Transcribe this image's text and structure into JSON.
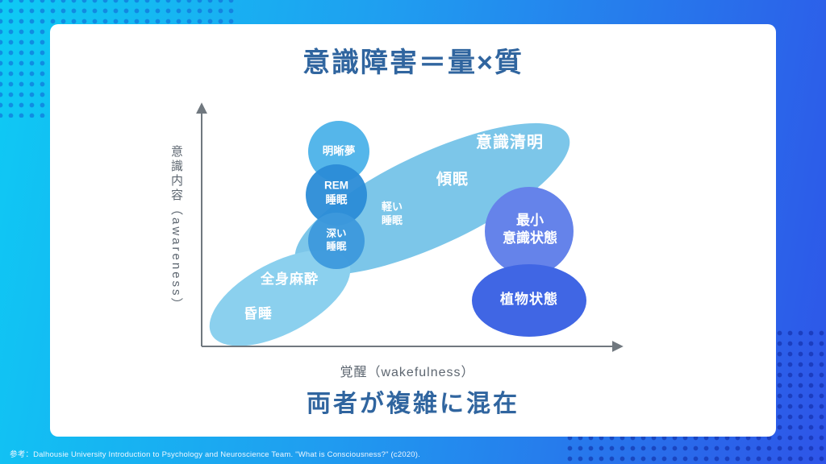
{
  "colors": {
    "bg_left": "#0ecaf4",
    "bg_right": "#2e55e8",
    "heading": "#30659f",
    "axis": "#70787f",
    "bubble_sky": "#7cc6e9",
    "bubble_rem": "#2b8cd7",
    "bubble_mcs": "#6583ea",
    "bubble_vegetative": "#4066e4"
  },
  "slide": {
    "title": "意識障害＝量×質",
    "bottom_message": "両者が複雑に混在",
    "footer": "参考：Dalhousie University Introduction to Psychology and Neuroscience Team. \"What is Consciousness?\" (c2020)."
  },
  "axes": {
    "y_label": "意識内容（awareness）",
    "x_label": "覚醒（wakefulness）"
  },
  "states": {
    "clear_consciousness": "意識清明",
    "drowsiness": "傾眠",
    "light_sleep": [
      "軽い",
      "睡眠"
    ],
    "lucid_dream": "明晰夢",
    "rem_sleep": [
      "REM",
      "睡眠"
    ],
    "deep_sleep": [
      "深い",
      "睡眠"
    ],
    "general_anesthesia": "全身麻酔",
    "coma": "昏睡",
    "minimally_conscious_state": [
      "最小",
      "意識状態"
    ],
    "vegetative_state": "植物状態"
  }
}
